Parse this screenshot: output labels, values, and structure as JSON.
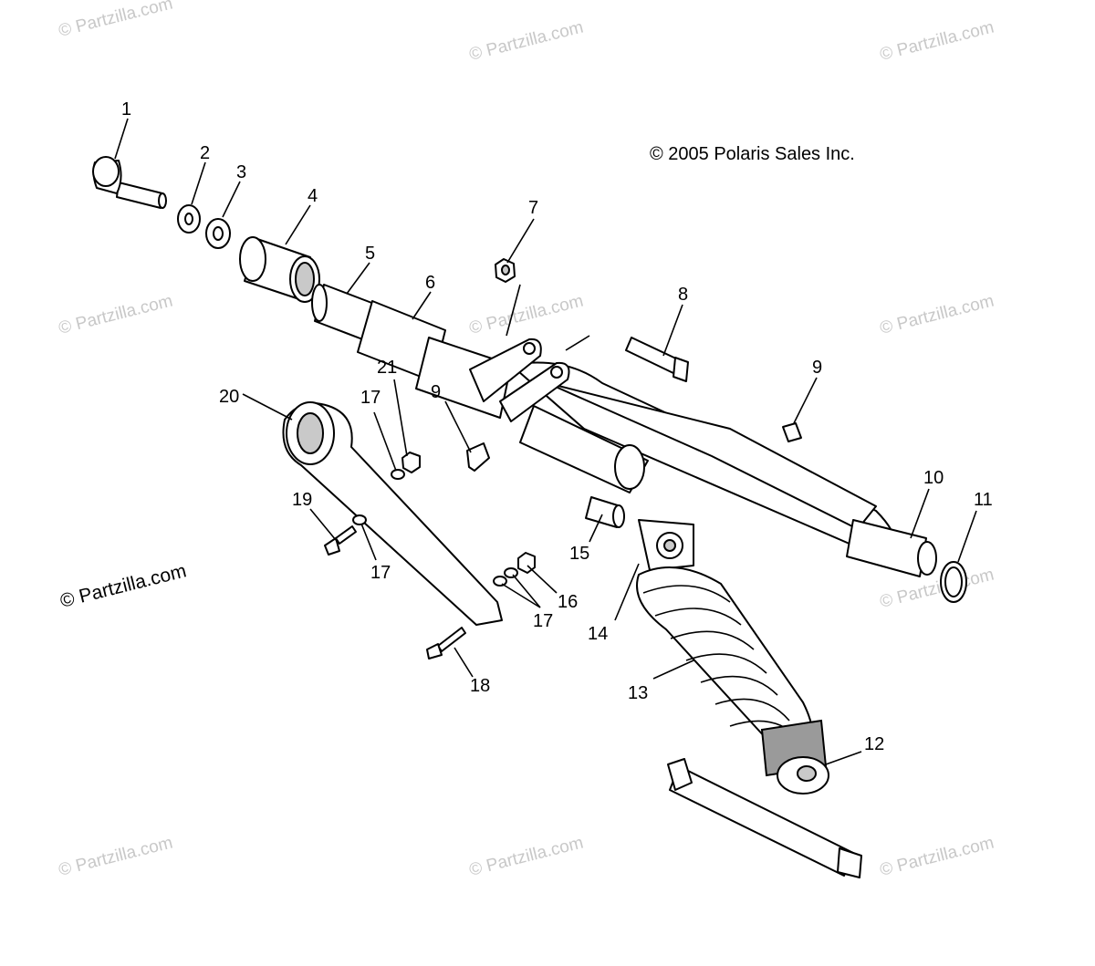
{
  "copyright": "© 2005 Polaris Sales Inc.",
  "watermark": "© Partzilla.com",
  "watermark_prominent": "© Partzilla.com",
  "callouts": [
    {
      "id": "c1",
      "label": "1"
    },
    {
      "id": "c2",
      "label": "2"
    },
    {
      "id": "c3",
      "label": "3"
    },
    {
      "id": "c4",
      "label": "4"
    },
    {
      "id": "c5",
      "label": "5"
    },
    {
      "id": "c6",
      "label": "6"
    },
    {
      "id": "c7",
      "label": "7"
    },
    {
      "id": "c8",
      "label": "8"
    },
    {
      "id": "c9a",
      "label": "9"
    },
    {
      "id": "c9b",
      "label": "9"
    },
    {
      "id": "c10",
      "label": "10"
    },
    {
      "id": "c11",
      "label": "11"
    },
    {
      "id": "c12",
      "label": "12"
    },
    {
      "id": "c13",
      "label": "13"
    },
    {
      "id": "c14",
      "label": "14"
    },
    {
      "id": "c15",
      "label": "15"
    },
    {
      "id": "c16",
      "label": "16"
    },
    {
      "id": "c17a",
      "label": "17"
    },
    {
      "id": "c17b",
      "label": "17"
    },
    {
      "id": "c17c",
      "label": "17"
    },
    {
      "id": "c18",
      "label": "18"
    },
    {
      "id": "c19",
      "label": "19"
    },
    {
      "id": "c20",
      "label": "20"
    },
    {
      "id": "c21",
      "label": "21"
    }
  ]
}
